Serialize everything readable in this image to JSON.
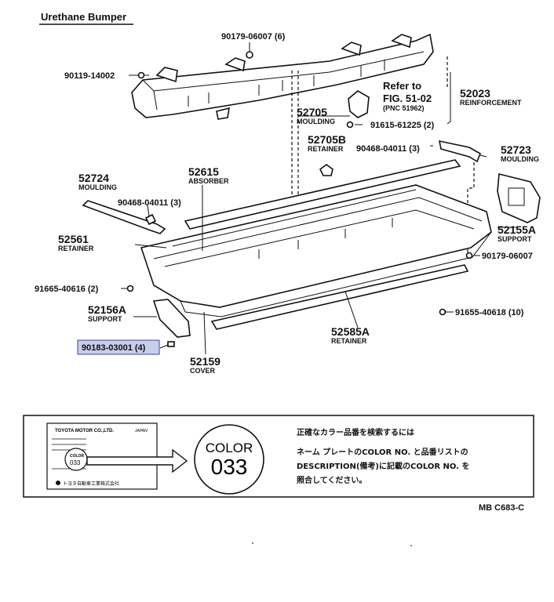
{
  "title": "Urethane Bumper",
  "parts": {
    "p90179_06007_6": "90179-06007 (6)",
    "p90119_14002": "90119-14002",
    "refer_to": "Refer to",
    "fig": "FIG. 51-02",
    "pnc": "(PNC 51962)",
    "p52023": "52023",
    "p52023_name": "REINFORCEMENT",
    "p52705": "52705",
    "p52705_name": "MOULDING",
    "p91615": "91615-61225 (2)",
    "p52705b": "52705B",
    "p52705b_name": "RETAINER",
    "p90468_3a": "90468-04011 (3)",
    "p52723": "52723",
    "p52723_name": "MOULDING",
    "p52724": "52724",
    "p52724_name": "MOULDING",
    "p52615": "52615",
    "p52615_name": "ABSORBER",
    "p90468_3b": "90468-04011 (3)",
    "p52561": "52561",
    "p52561_name": "RETAINER",
    "p52155a": "52155A",
    "p52155a_name": "SUPPORT",
    "p90179_06007": "90179-06007",
    "p91665": "91665-40616 (2)",
    "p52156a": "52156A",
    "p52156a_name": "SUPPORT",
    "p91655": "91655-40618 (10)",
    "p90183": "90183-03001 (4)",
    "p52585a": "52585A",
    "p52585a_name": "RETAINER",
    "p52159": "52159",
    "p52159_name": "COVER"
  },
  "color_box": {
    "plate_maker": "TOYOTA MOTOR CO.,LTD.",
    "plate_country": "JAPAN",
    "plate_color_label": "COLOR",
    "plate_color_value": "033",
    "plate_footer": "トヨタ自動車工業株式会社",
    "circle_label": "COLOR",
    "circle_value": "033",
    "jp_line1": "正確なカラー品番を検索するには",
    "jp_line2": "ネーム プレートのCOLOR NO. と品番リストの",
    "jp_line3": "DESCRIPTION(備考)に記載のCOLOR NO. を",
    "jp_line4": "照合してください。"
  },
  "page_code": "MB C683-C",
  "highlight_color": "#c8cde8"
}
